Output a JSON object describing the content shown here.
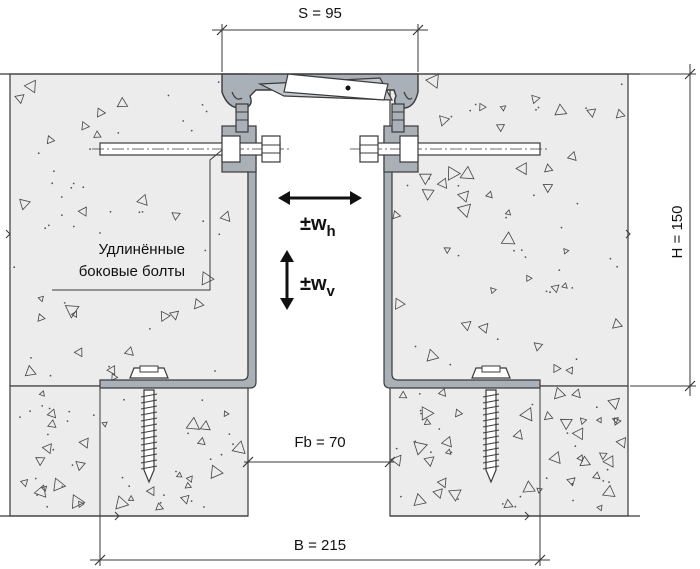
{
  "dimensions": {
    "gap_width": "S = 95",
    "height": "H = 150",
    "bottom_gap": "Fb = 70",
    "total_width": "B = 215"
  },
  "callout": {
    "line1": "Удлинённые",
    "line2": "боковые болты"
  },
  "movement": {
    "horizontal": {
      "sign": "±w",
      "sub": "h"
    },
    "vertical": {
      "sign": "±w",
      "sub": "v"
    }
  },
  "colors": {
    "concrete": "#ececec",
    "steel": "#a9b0b7",
    "outline": "#3a3a3a"
  }
}
